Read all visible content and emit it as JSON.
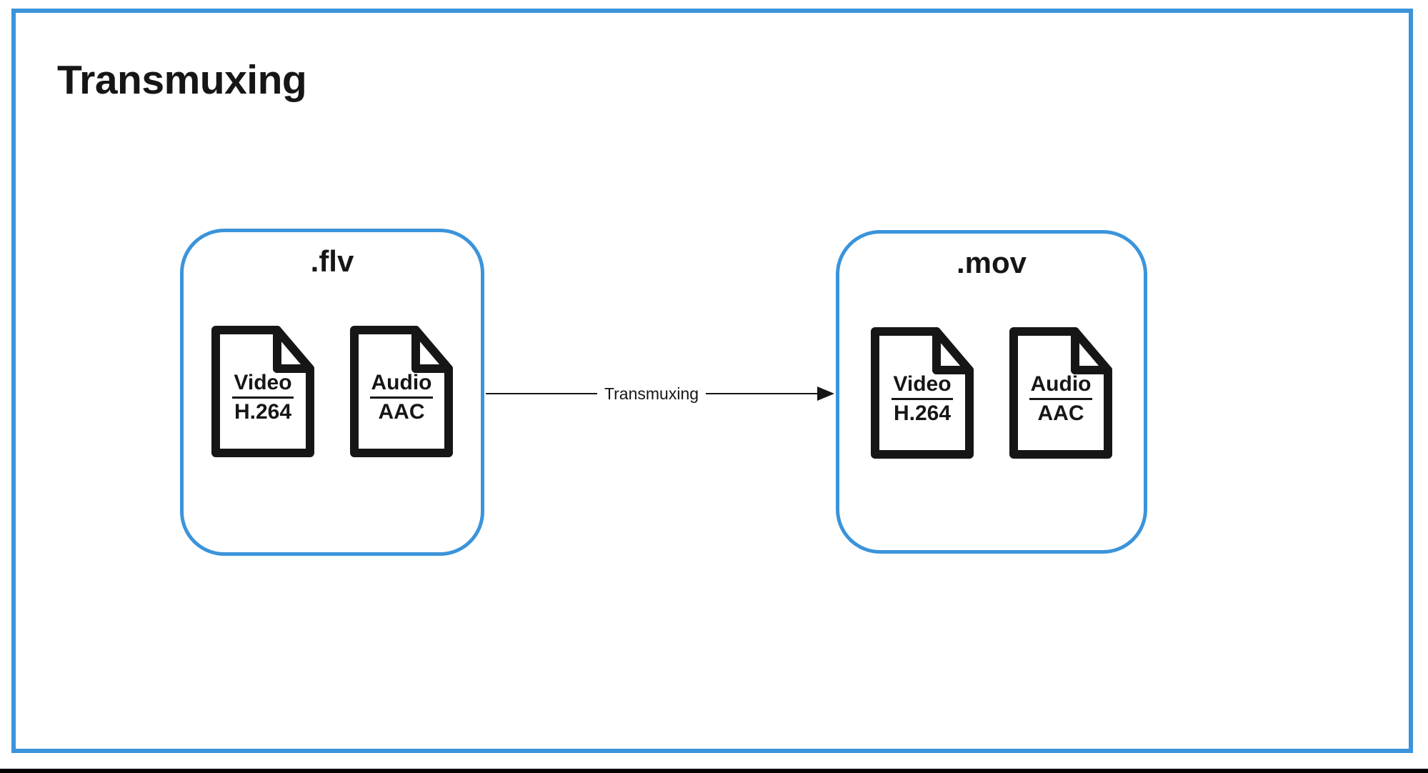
{
  "colors": {
    "accent_blue": "#3b94db",
    "ink": "#161616"
  },
  "icons": {
    "file": "document-with-folded-corner",
    "arrowhead": "right-pointing-solid-triangle"
  },
  "diagram": {
    "title": "Transmuxing",
    "arrow_label": "Transmuxing",
    "containers": [
      {
        "label": ".flv",
        "files": [
          {
            "kind": "Video",
            "codec": "H.264"
          },
          {
            "kind": "Audio",
            "codec": "AAC"
          }
        ]
      },
      {
        "label": ".mov",
        "files": [
          {
            "kind": "Video",
            "codec": "H.264"
          },
          {
            "kind": "Audio",
            "codec": "AAC"
          }
        ]
      }
    ]
  }
}
